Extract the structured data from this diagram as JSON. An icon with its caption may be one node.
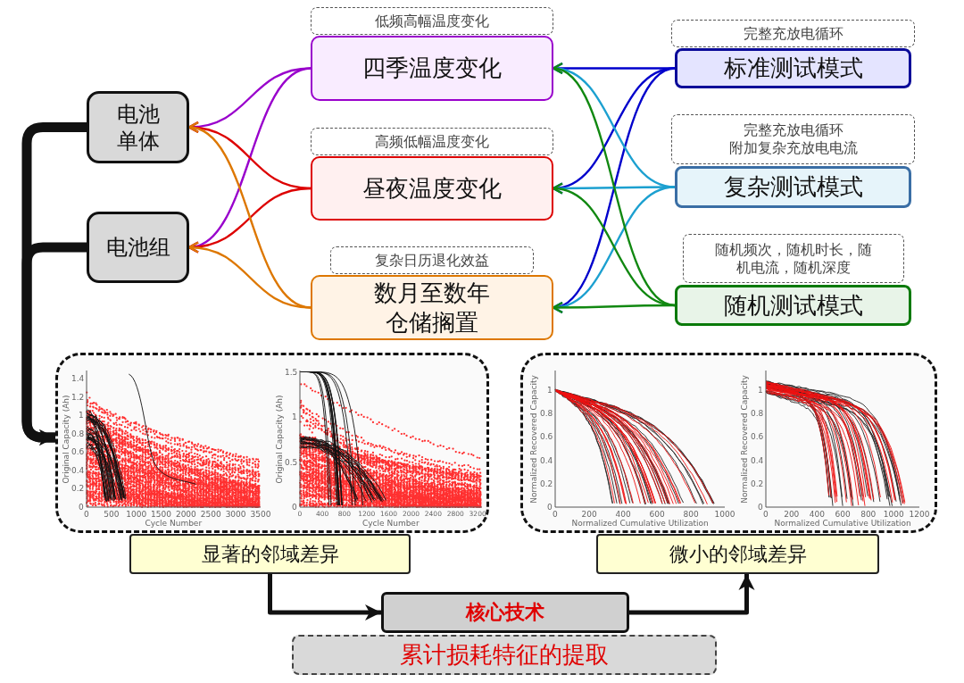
{
  "diagram": {
    "nodes": [
      {
        "text": [
          "低频高幅温度变化"
        ]
      },
      {
        "text": [
          "完整充放电循环"
        ]
      },
      {
        "text": [
          "四季温度变化"
        ]
      },
      {
        "text": [
          "标准测试模式"
        ]
      },
      {
        "text": [
          "电池单体"
        ]
      },
      {
        "text": [
          "完整充放电循环",
          "附加复杂充放电电流"
        ]
      },
      {
        "text": [
          "高频低幅温度变化"
        ]
      },
      {
        "text": [
          "昼夜温度变化"
        ]
      },
      {
        "text": [
          "复杂测试模式"
        ]
      },
      {
        "text": [
          "电池组"
        ]
      },
      {
        "text": [
          "随机频次，随机时长，随机电流，随机深度"
        ]
      },
      {
        "text": [
          "复杂日历退化效益"
        ]
      },
      {
        "text": [
          "数月至数年仓储搁置"
        ]
      },
      {
        "text": [
          "随机测试模式"
        ]
      },
      {
        "text": [],
        "shape": "picture"
      },
      {
        "text": [],
        "shape": "picture"
      },
      {
        "text": [
          "显著的邻域差异"
        ]
      },
      {
        "text": [
          "微小的邻域差异"
        ]
      },
      {
        "text": [
          "核心技术"
        ]
      },
      {
        "text": [
          "累计损耗特征的提取"
        ]
      }
    ],
    "edges": [
      {
        "from": 2,
        "to": 4,
        "arrow": "to",
        "color": "#9900cc"
      },
      {
        "from": 2,
        "to": 9,
        "arrow": "to",
        "color": "#9900cc"
      },
      {
        "from": 7,
        "to": 4,
        "arrow": "to",
        "color": "#dd0000"
      },
      {
        "from": 7,
        "to": 9,
        "arrow": "to",
        "color": "#dd0000"
      },
      {
        "from": 12,
        "to": 4,
        "arrow": "to",
        "color": "#dd7700"
      },
      {
        "from": 12,
        "to": 9,
        "arrow": "to",
        "color": "#dd7700"
      },
      {
        "from": 3,
        "to": 2,
        "arrow": "to",
        "color": "#0000cc"
      },
      {
        "from": 3,
        "to": 7,
        "arrow": "to",
        "color": "#0000cc"
      },
      {
        "from": 3,
        "to": 12,
        "arrow": "to",
        "color": "#0000cc"
      },
      {
        "from": 8,
        "to": 2,
        "arrow": "to",
        "color": "#1ca0d0"
      },
      {
        "from": 8,
        "to": 7,
        "arrow": "to",
        "color": "#1ca0d0"
      },
      {
        "from": 8,
        "to": 12,
        "arrow": "to",
        "color": "#1ca0d0"
      },
      {
        "from": 13,
        "to": 2,
        "arrow": "to",
        "color": "#118811"
      },
      {
        "from": 13,
        "to": 7,
        "arrow": "to",
        "color": "#118811"
      },
      {
        "from": 13,
        "to": 12,
        "arrow": "to",
        "color": "#118811"
      },
      {
        "from": 4,
        "to": 14,
        "arrow": "to",
        "style": "thick"
      },
      {
        "from": 9,
        "to": 14,
        "arrow": "to",
        "style": "thick"
      },
      {
        "from": 16,
        "to": 18,
        "arrow": "to",
        "style": "thick"
      },
      {
        "from": 18,
        "to": 17,
        "arrow": "to",
        "style": "thick"
      }
    ],
    "labels": [
      "Original Capacity (Ah)",
      "0",
      "0.2",
      "0.4",
      "0.6",
      "0.8",
      "1",
      "1.2",
      "1.4",
      "0",
      "500",
      "1000",
      "1500",
      "2000",
      "2500",
      "3000",
      "3500",
      "Cycle Number",
      "Original Capacity (Ah)",
      "0",
      "0.5",
      "1",
      "1.5",
      "0",
      "400",
      "800",
      "1200",
      "1600",
      "2000",
      "2400",
      "2800",
      "3200",
      "Cycle Number",
      "Normalized Recovered Capacity",
      "0",
      "0.2",
      "0.4",
      "0.6",
      "0.8",
      "1",
      "0",
      "200",
      "400",
      "600",
      "800",
      "1000",
      "Normalized Cumulative Utilization",
      "Normalized Recovered Capacity",
      "0",
      "0.2",
      "0.4",
      "0.6",
      "0.8",
      "1",
      "0",
      "200",
      "400",
      "600",
      "800",
      "1000",
      "1200",
      "Normalized Cumulative Utilization"
    ]
  }
}
